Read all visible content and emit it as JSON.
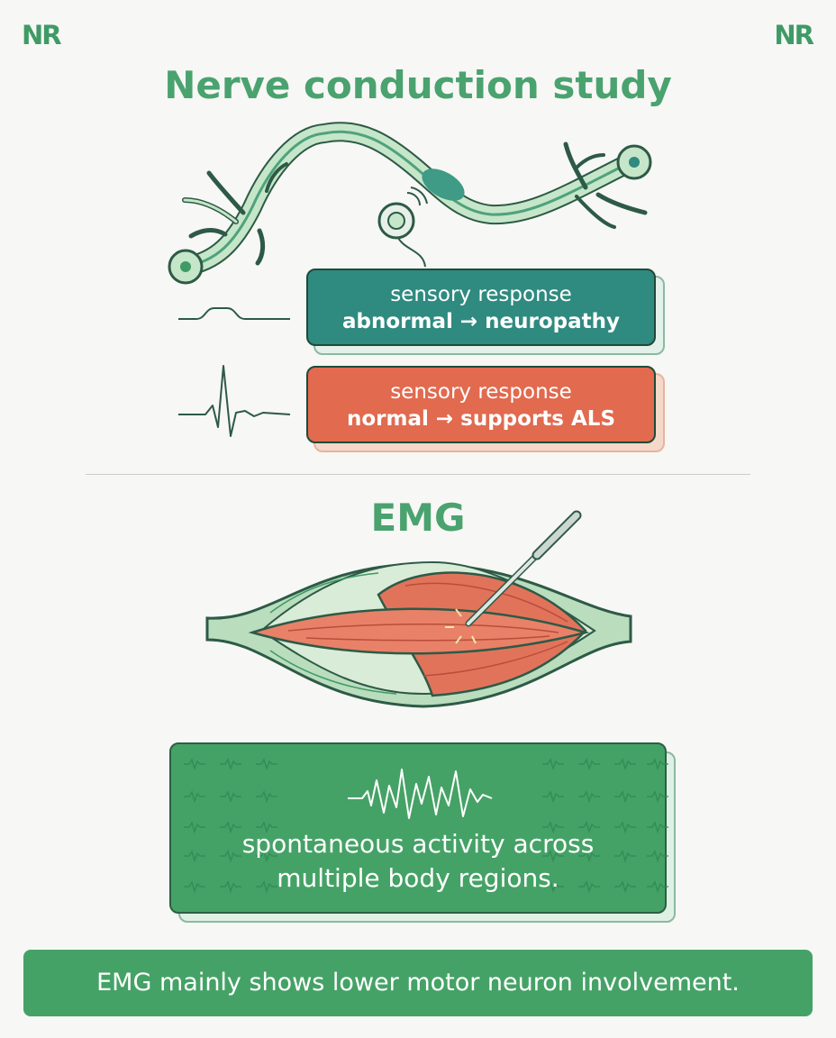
{
  "logo": {
    "left": "NR",
    "right": "NR"
  },
  "nerve_section": {
    "title": "Nerve conduction study",
    "cards": [
      {
        "line1": "sensory response",
        "line2": "abnormal → neuropathy",
        "color": "#2f8a80"
      },
      {
        "line1": "sensory response",
        "line2": "normal → supports ALS",
        "color": "#e16a4f"
      }
    ]
  },
  "emg_section": {
    "title": "EMG",
    "card_text": "spontaneous activity across multiple body regions.",
    "card_line1": "spontaneous activity across",
    "card_line2": "multiple body regions.",
    "card_color": "#45a266"
  },
  "summary": {
    "text": "EMG mainly shows lower motor neuron involvement."
  },
  "colors": {
    "green": "#45a266",
    "teal": "#2f8a80",
    "coral": "#e16a4f",
    "title_green": "#4aa26f"
  },
  "icons": [
    "nerve-illustration",
    "stimulator-electrode-icon",
    "flat-waveform-icon",
    "spike-waveform-icon",
    "muscle-illustration",
    "needle-electrode-icon",
    "emg-burst-waveform-icon"
  ]
}
